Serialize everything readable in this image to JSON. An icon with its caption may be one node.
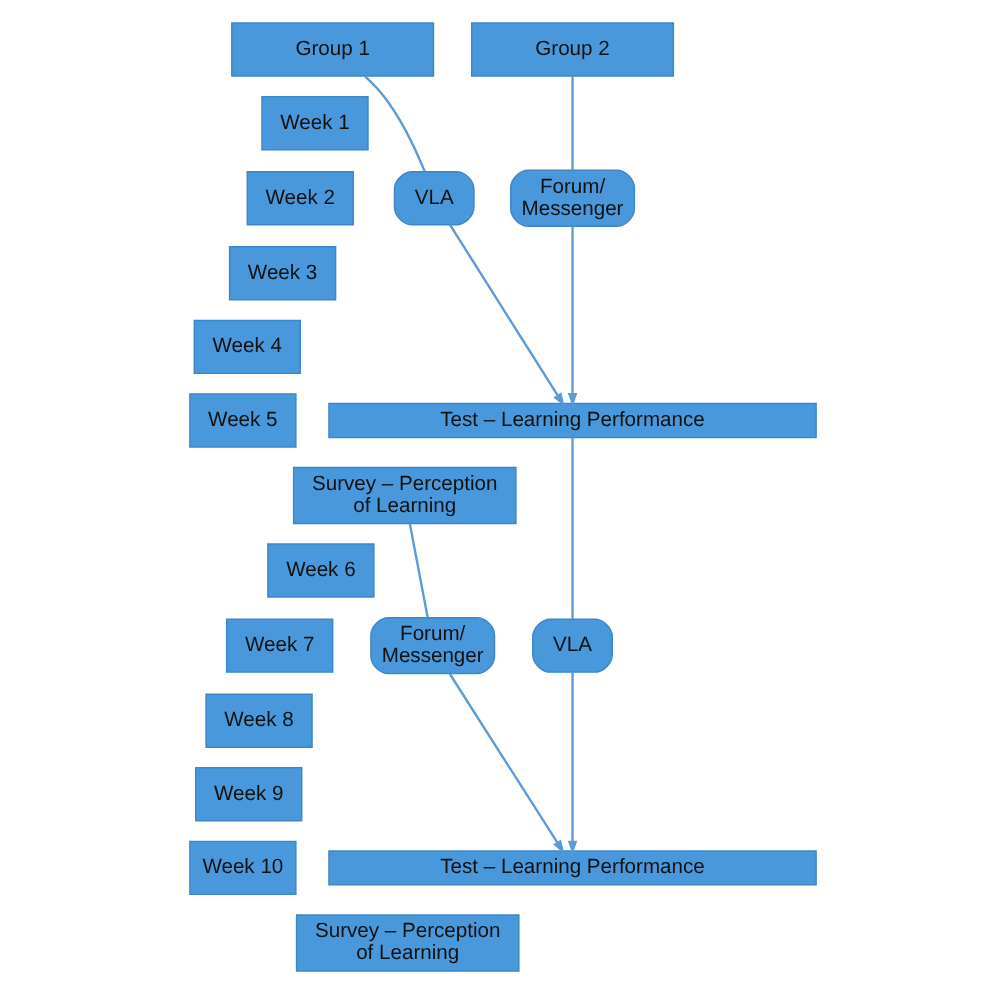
{
  "diagram": {
    "nodes": [
      {
        "text": [
          "Group 1"
        ]
      },
      {
        "text": [
          "Group 2"
        ]
      },
      {
        "text": [
          "Week 1"
        ]
      },
      {
        "text": [
          "Week 2"
        ]
      },
      {
        "text": [
          "Week 3"
        ]
      },
      {
        "text": [
          "Week 4"
        ]
      },
      {
        "text": [
          "Week 5"
        ]
      },
      {
        "text": [
          "Week 6"
        ]
      },
      {
        "text": [
          "Week 7"
        ]
      },
      {
        "text": [
          "Week 8"
        ]
      },
      {
        "text": [
          "Week 9"
        ]
      },
      {
        "text": [
          "Week 10"
        ]
      },
      {
        "text": [
          "VLA"
        ]
      },
      {
        "text": [
          "Forum/ Messenger"
        ]
      },
      {
        "text": [
          "Test – Learning Performance"
        ]
      },
      {
        "text": [
          "Survey – Perception of Learning"
        ]
      },
      {
        "text": [
          "Forum/ Messenger"
        ]
      },
      {
        "text": [
          "VLA"
        ]
      },
      {
        "text": [
          "Test – Learning Performance"
        ]
      },
      {
        "text": [
          "Survey – Perception of Learning"
        ]
      }
    ],
    "edges": [
      {
        "from": 0,
        "to": 12,
        "arrow": "none"
      },
      {
        "from": 12,
        "to": 14,
        "arrow": "to"
      },
      {
        "from": 1,
        "to": 13,
        "arrow": "none"
      },
      {
        "from": 13,
        "to": 14,
        "arrow": "to"
      },
      {
        "from": 15,
        "to": 16,
        "arrow": "none"
      },
      {
        "from": 16,
        "to": 18,
        "arrow": "to"
      },
      {
        "from": 14,
        "to": 17,
        "arrow": "none"
      },
      {
        "from": 17,
        "to": 18,
        "arrow": "to"
      }
    ]
  }
}
